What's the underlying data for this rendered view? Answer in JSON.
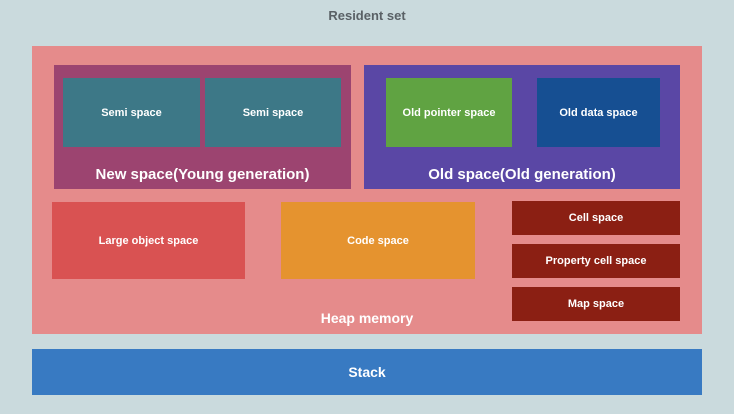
{
  "title": "Resident set",
  "colors": {
    "background": "#cadadd",
    "title_text": "#5a6166",
    "heap": "#e58b8b",
    "new_space": "#9c4470",
    "semi_space": "#3d7887",
    "old_space": "#5a47a5",
    "old_pointer_space": "#60a342",
    "old_data_space": "#164f92",
    "large_object_space": "#d95252",
    "code_space": "#e5932f",
    "cell_space": "#8b1f13",
    "stack": "#387ac2"
  },
  "heap": {
    "label": "Heap memory",
    "new_space": {
      "label": "New space(Young generation)",
      "children": [
        "Semi space",
        "Semi space"
      ]
    },
    "old_space": {
      "label": "Old space(Old generation)",
      "children": [
        "Old pointer space",
        "Old data space"
      ]
    },
    "large_object_space": "Large object space",
    "code_space": "Code space",
    "cell_space": "Cell space",
    "property_cell_space": "Property cell space",
    "map_space": "Map space"
  },
  "stack": {
    "label": "Stack"
  }
}
